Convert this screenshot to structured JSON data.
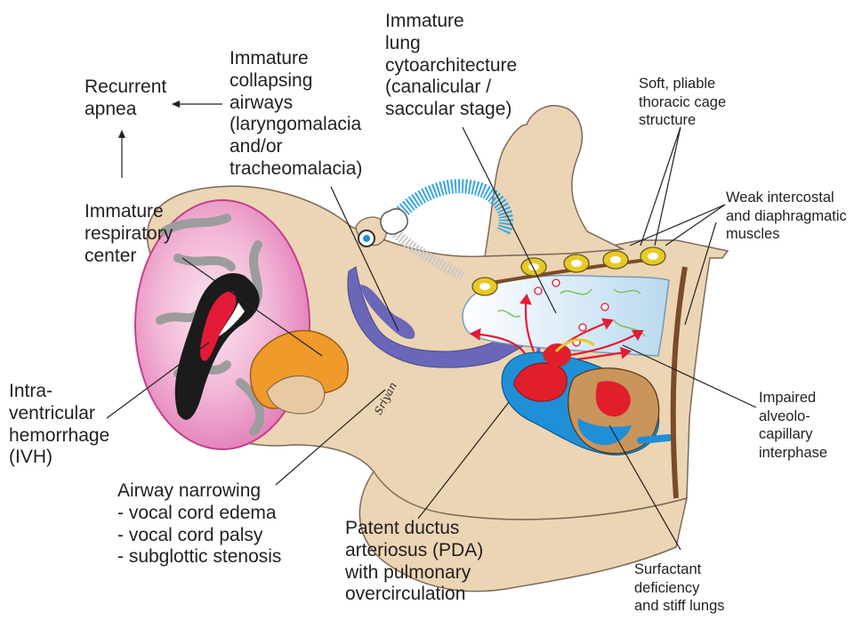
{
  "labels": {
    "recurrent_apnea": [
      "Recurrent",
      "apnea"
    ],
    "immature_airways": [
      "Immature",
      "collapsing",
      "airways",
      "(laryngomalacia",
      "and/or",
      "tracheomalacia)"
    ],
    "immature_lung": [
      "Immature",
      "lung",
      "cytoarchitecture",
      "(canalicular /",
      "saccular stage)"
    ],
    "soft_thoracic_cage": [
      "Soft, pliable",
      "thoracic cage",
      "structure"
    ],
    "weak_muscles": [
      "Weak intercostal",
      "and diaphragmatic",
      "muscles"
    ],
    "immature_respiratory_center": [
      "Immature",
      "respiratory",
      "center"
    ],
    "ivh": [
      "Intra-",
      "ventricular",
      "hemorrhage",
      "(IVH)"
    ],
    "impaired_interphase": [
      "Impaired",
      "alveolo-",
      "capillary",
      "interphase"
    ],
    "airway_narrowing": [
      "Airway narrowing",
      "- vocal cord edema",
      "- vocal cord palsy",
      "- subglottic stenosis"
    ],
    "pda": [
      "Patent ductus",
      "arteriosus (PDA)",
      "with pulmonary",
      "overcirculation"
    ],
    "surfactant": [
      "Surfactant",
      "deficiency",
      "and stiff lungs"
    ]
  },
  "signature": "Sriyan",
  "colors": {
    "skin": "#ecd5b4",
    "skin_outline": "#7b6a5a",
    "brain": "#e58fc0",
    "ventricle": "#1b1b1b",
    "hemorrhage": "#e31b36",
    "airway": "#6a67b8",
    "lung": "#d5e8f5",
    "rib": "#e7c927",
    "diaphragm": "#7a4b2a",
    "heart_blue": "#1f8fd6",
    "heart_red": "#e01f2b",
    "circuit": "#3aa7e0"
  }
}
